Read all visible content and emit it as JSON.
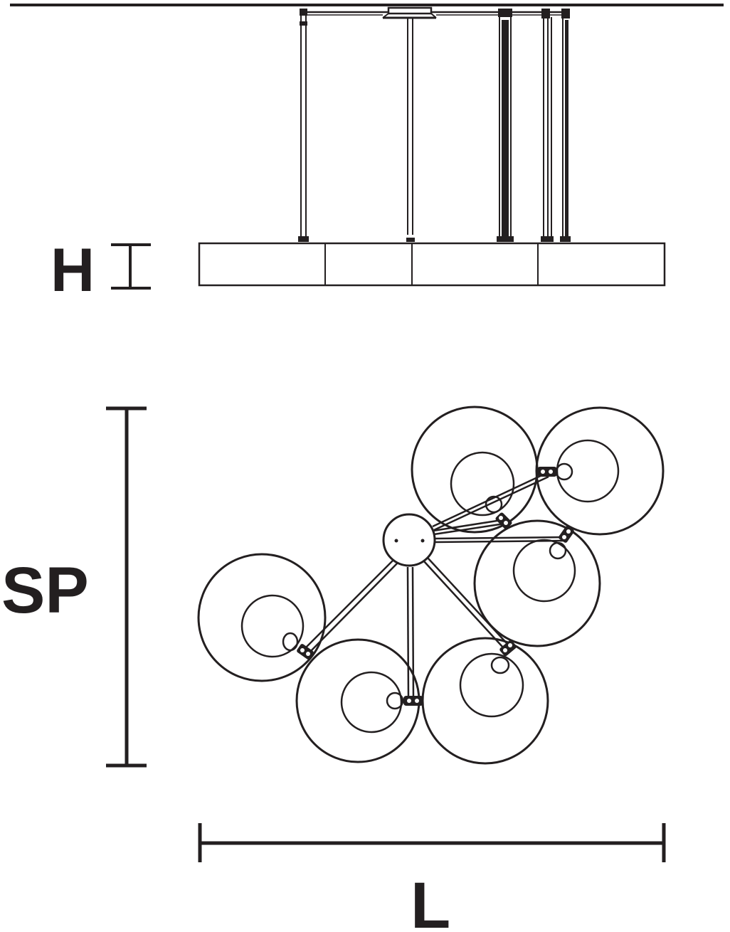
{
  "labels": {
    "height": "H",
    "spread": "SP",
    "length": "L"
  },
  "colors": {
    "line": "#231f20",
    "background": "#ffffff"
  }
}
